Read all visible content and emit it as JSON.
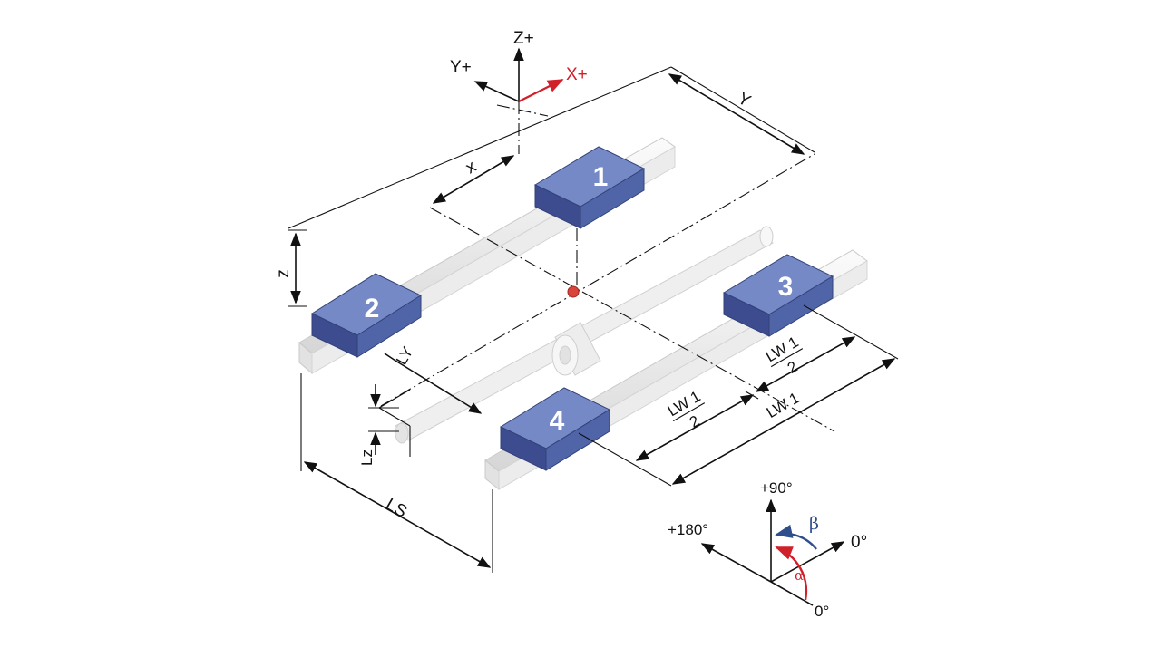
{
  "axes": {
    "z_label": "Z+",
    "y_label": "Y+",
    "x_label": "X+"
  },
  "dimensions": {
    "x": "x",
    "y": "Y",
    "z": "z",
    "ly": "LY",
    "lz": "Lz",
    "ls": "LS",
    "lw1_half_left_top": "LW 1",
    "lw1_half_left_bottom": "2",
    "lw1_half_right_top": "LW 1",
    "lw1_half_right_bottom": "2",
    "lw1": "LW 1"
  },
  "blocks": [
    "1",
    "2",
    "3",
    "4"
  ],
  "angles": {
    "plus90": "+90°",
    "plus180": "+180°",
    "zero_upper": "0°",
    "zero_lower": "0°",
    "beta": "β",
    "alpha": "α"
  },
  "colors": {
    "block": "#4a5fa0",
    "block_dark": "#34437a",
    "rail": "#e6e6e6",
    "x_axis": "#d0202a",
    "alpha": "#d0202a",
    "beta": "#2e4f8c",
    "center_point": "#d9453a"
  }
}
